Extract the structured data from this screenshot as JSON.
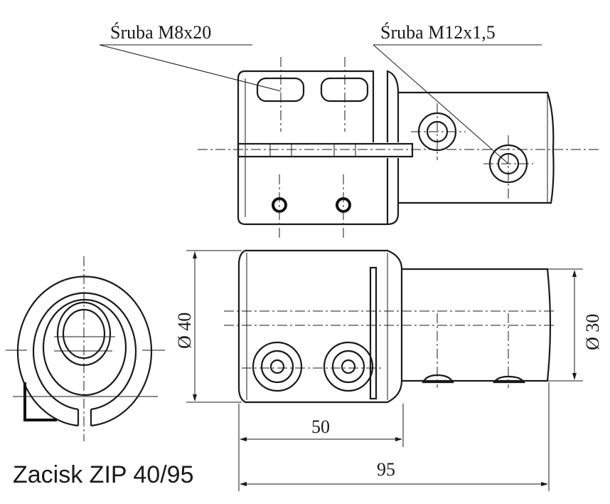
{
  "labels": {
    "screw_m8": "Śruba M8x20",
    "screw_m12": "Śruba M12x1,5",
    "dia_40": "Ø 40",
    "dia_30": "Ø 30",
    "dim_50": "50",
    "dim_95": "95",
    "title": "Zacisk ZIP 40/95"
  }
}
